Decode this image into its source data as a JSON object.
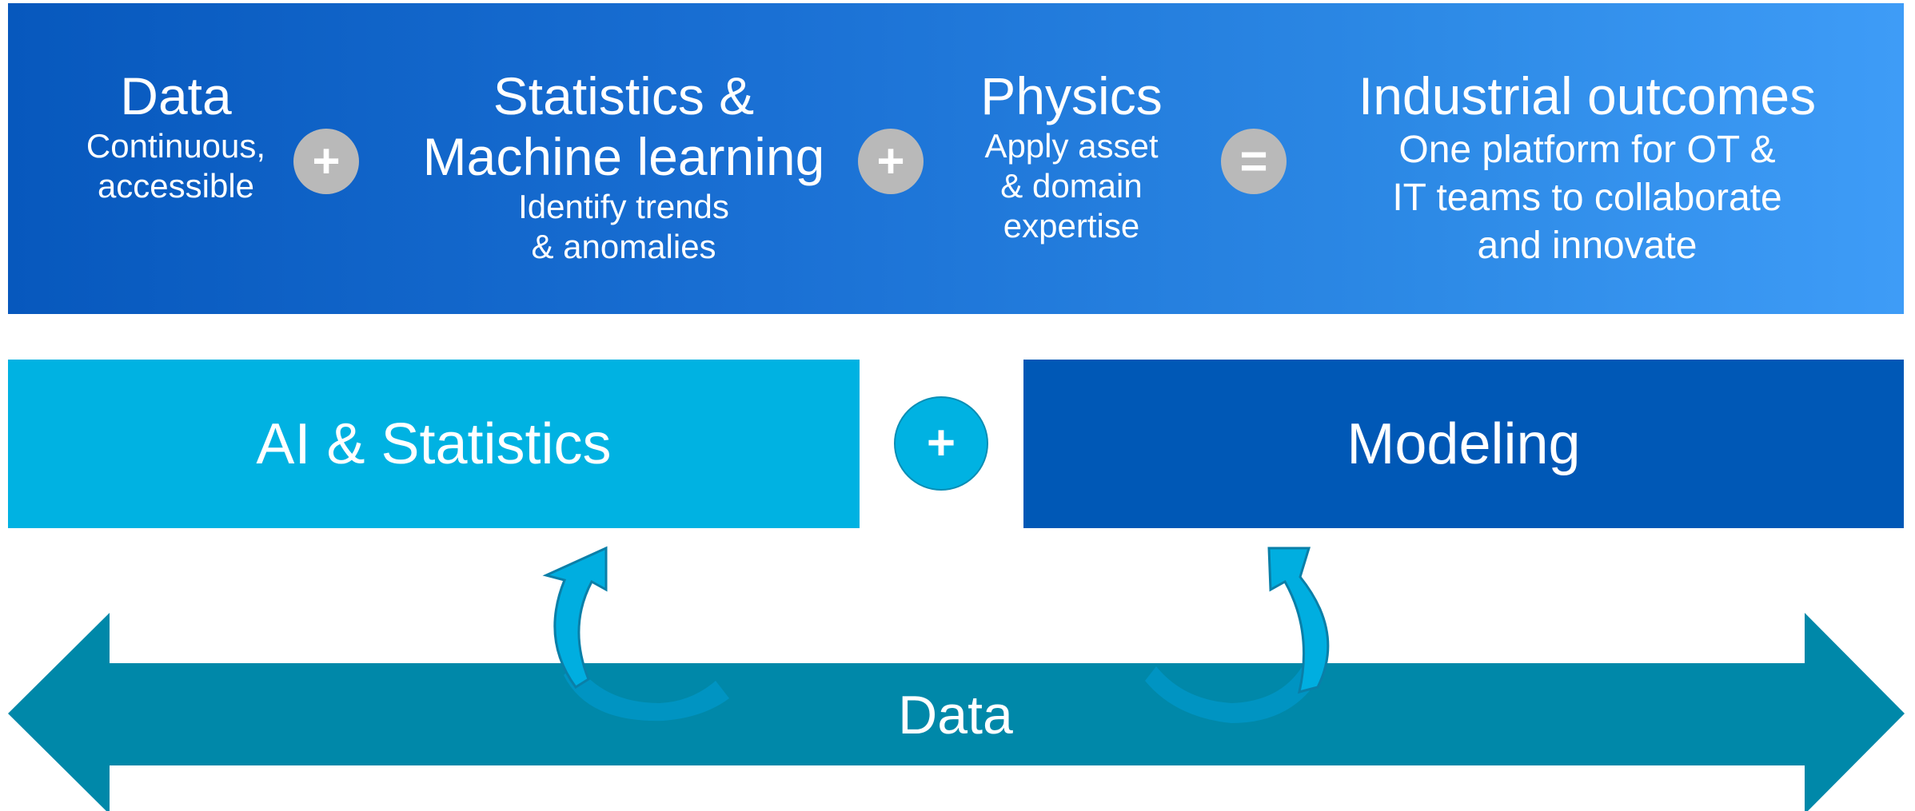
{
  "banner": {
    "items": [
      {
        "title": "Data",
        "subtitle_lines": [
          "Continuous,",
          "accessible"
        ]
      },
      {
        "title_lines": [
          "Statistics &",
          "Machine learning"
        ],
        "subtitle_lines": [
          "Identify trends",
          "& anomalies"
        ]
      },
      {
        "title": "Physics",
        "subtitle_lines": [
          "Apply asset",
          "& domain",
          "expertise"
        ]
      },
      {
        "title": "Industrial outcomes",
        "subtitle_lines": [
          "One platform for OT &",
          "IT teams to collaborate",
          "and innovate"
        ]
      }
    ],
    "operators": [
      "+",
      "+",
      "="
    ]
  },
  "middle": {
    "left_box": "AI & Statistics",
    "right_box": "Modeling",
    "operator": "+"
  },
  "bottom": {
    "arrow_label": "Data"
  },
  "colors": {
    "banner_start": "#0758bd",
    "banner_end": "#3e9cf7",
    "operator_gray": "#b9b9b9",
    "ai_box": "#00b2e2",
    "modeling_box": "#0058b6",
    "data_arrow": "#0088a9",
    "curved_arrow": "#00aee0"
  },
  "icons": [
    "plus-icon",
    "plus-icon",
    "equals-icon",
    "plus-icon",
    "curved-arrow-icon",
    "curved-arrow-icon",
    "double-arrow-icon"
  ]
}
